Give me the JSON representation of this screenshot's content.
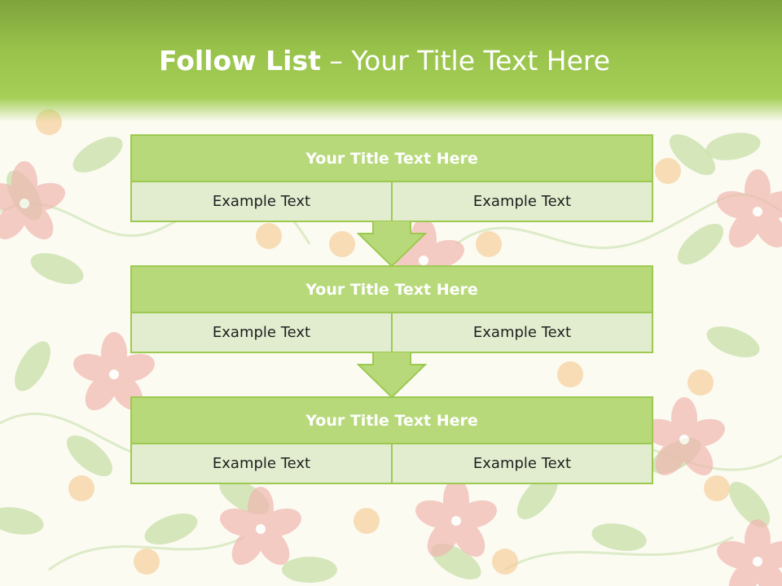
{
  "title": {
    "main": "Follow List",
    "rest": " – Your Title Text Here"
  },
  "steps": [
    {
      "heading": "Your Title Text Here",
      "left": "Example Text",
      "right": "Example Text"
    },
    {
      "heading": "Your Title Text Here",
      "left": "Example Text",
      "right": "Example Text"
    },
    {
      "heading": "Your Title Text Here",
      "left": "Example Text",
      "right": "Example Text"
    }
  ],
  "colors": {
    "header_green": "#98c24a",
    "box_title": "#b7d97a",
    "box_cell": "#e2edcf",
    "box_border": "#9dc950",
    "leaf": "#c8dfa8",
    "flower": "#f0b7b0",
    "dot": "#f6cf9c"
  }
}
